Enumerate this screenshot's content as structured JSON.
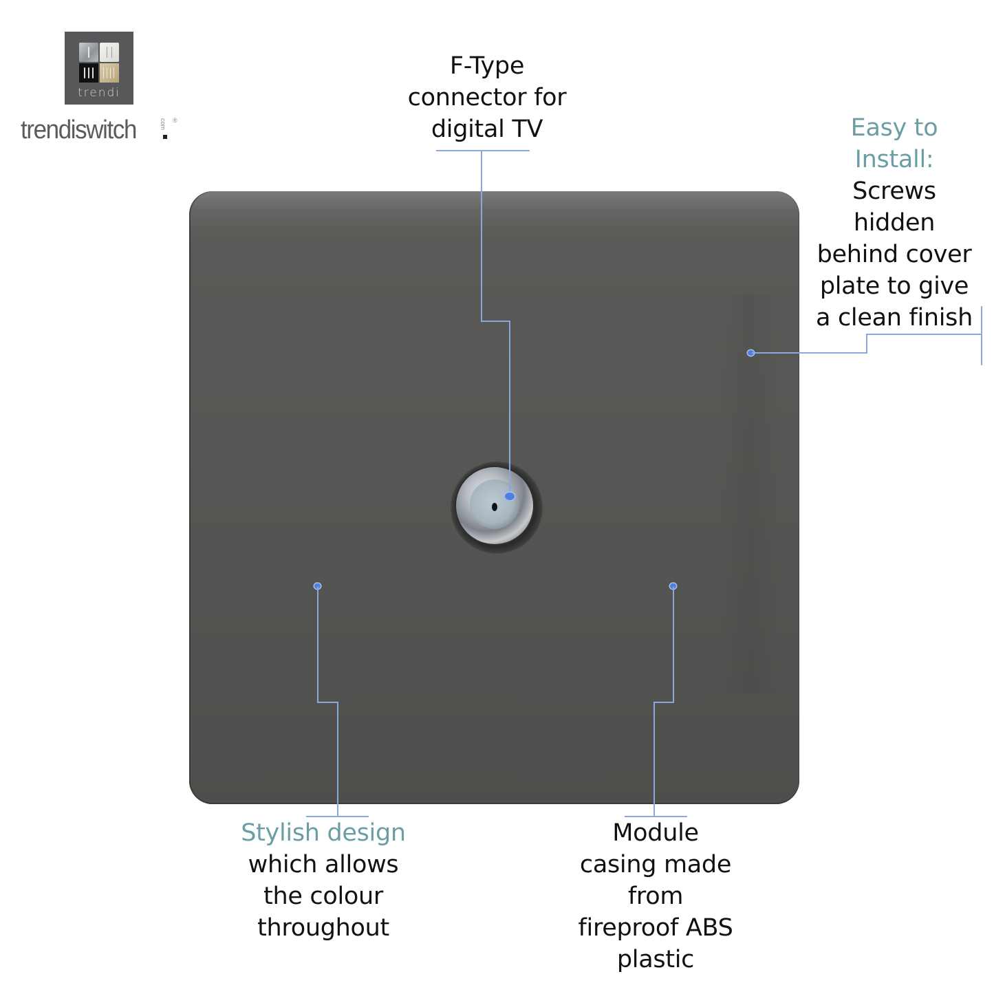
{
  "brand": {
    "logo_word": "trendi",
    "name": "trendiswitch",
    "suffix_com": "com",
    "suffix_reg": "®"
  },
  "product": {
    "type": "single F-type TV socket plate",
    "plate_color": "#555653",
    "connector": "f-type-connector"
  },
  "callouts": {
    "ftype": {
      "lines": [
        "F-Type",
        "connector for",
        "digital TV"
      ]
    },
    "install": {
      "heading": [
        "Easy to",
        "Install:"
      ],
      "lines": [
        "Screws",
        "hidden",
        "behind cover",
        "plate to give",
        "a clean finish"
      ]
    },
    "stylish": {
      "heading": [
        "Stylish design"
      ],
      "lines": [
        "which allows",
        "the colour",
        "throughout"
      ]
    },
    "module": {
      "lines": [
        "Module",
        "casing made",
        "from",
        "fireproof ABS",
        "plastic"
      ]
    }
  },
  "colors": {
    "accent_heading": "#6a9ea3",
    "leader_line": "#8aa8e0",
    "leader_dot": "#4f7fe0",
    "body_text": "#111111",
    "plate_top": "#5d5e5b",
    "plate_bottom": "#4e4f4c"
  }
}
